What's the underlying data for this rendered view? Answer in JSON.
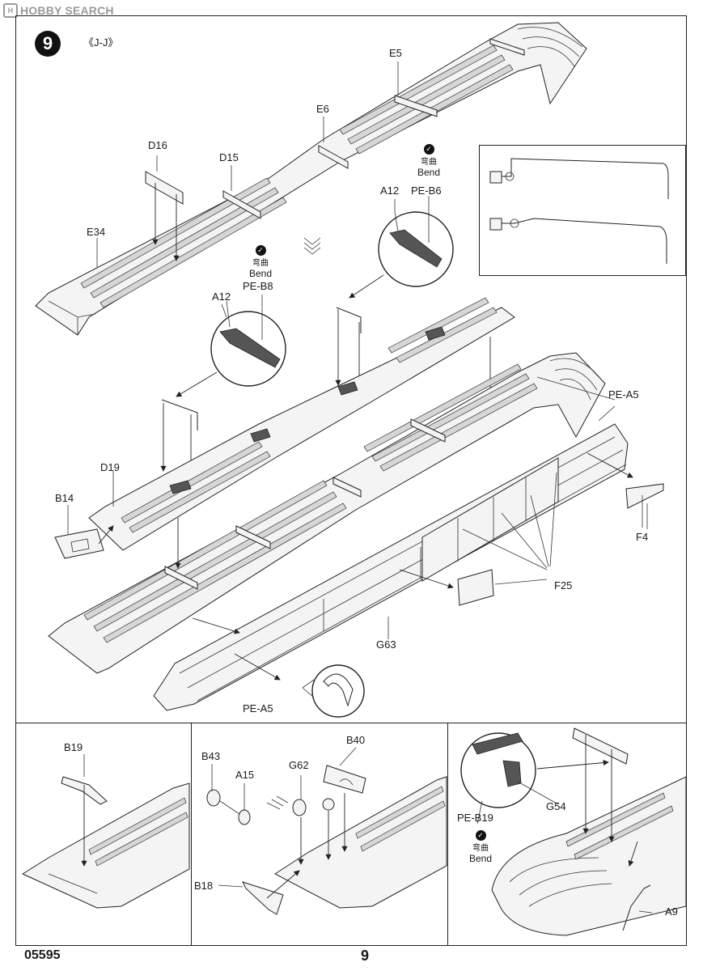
{
  "watermark": {
    "logo": "H",
    "text": "HOBBY SEARCH"
  },
  "step": {
    "number": "9",
    "ref": "《J-J》"
  },
  "labels": {
    "e5": "E5",
    "e6": "E6",
    "d16": "D16",
    "d15": "D15",
    "e34": "E34",
    "a12_top": "A12",
    "pe_b6": "PE-B6",
    "a12_mid": "A12",
    "pe_b8": "PE-B8",
    "d19": "D19",
    "b14": "B14",
    "pe_a5_right": "PE-A5",
    "f4": "F4",
    "f25": "F25",
    "g63": "G63",
    "pe_a5_bottom": "PE-A5",
    "b19": "B19",
    "b43": "B43",
    "a15": "A15",
    "g62": "G62",
    "b40": "B40",
    "b18": "B18",
    "g54": "G54",
    "pe_b19": "PE-B19",
    "a9": "A9"
  },
  "bend_notes": [
    {
      "icon": "bend-icon",
      "zh": "弯曲",
      "en": "Bend"
    },
    {
      "icon": "bend-icon",
      "zh": "弯曲",
      "en": "Bend"
    },
    {
      "icon": "bend-icon",
      "zh": "弯曲",
      "en": "Bend"
    }
  ],
  "footer": {
    "code": "05595",
    "page": "9"
  }
}
